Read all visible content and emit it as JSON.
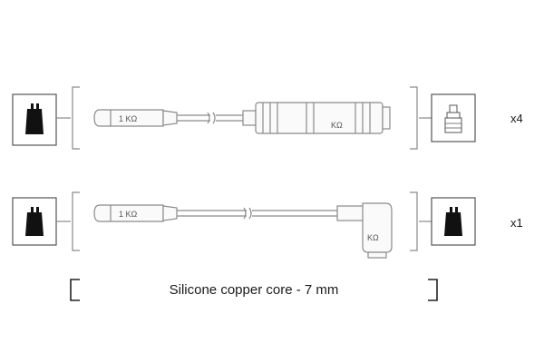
{
  "rows": [
    {
      "name": "cable-row-1",
      "left_resistance": "1 KΩ",
      "right_resistance": "KΩ",
      "quantity": "x4"
    },
    {
      "name": "cable-row-2",
      "left_resistance": "1 KΩ",
      "right_resistance": "KΩ",
      "quantity": "x1"
    }
  ],
  "caption": "Silicone copper core - 7 mm",
  "icons": [
    "coil-terminal-icon",
    "spark-plug-terminal-icon"
  ],
  "colors": {
    "line": "#8a8a8a",
    "terminal": "#111111",
    "text": "#1a1a1a"
  }
}
